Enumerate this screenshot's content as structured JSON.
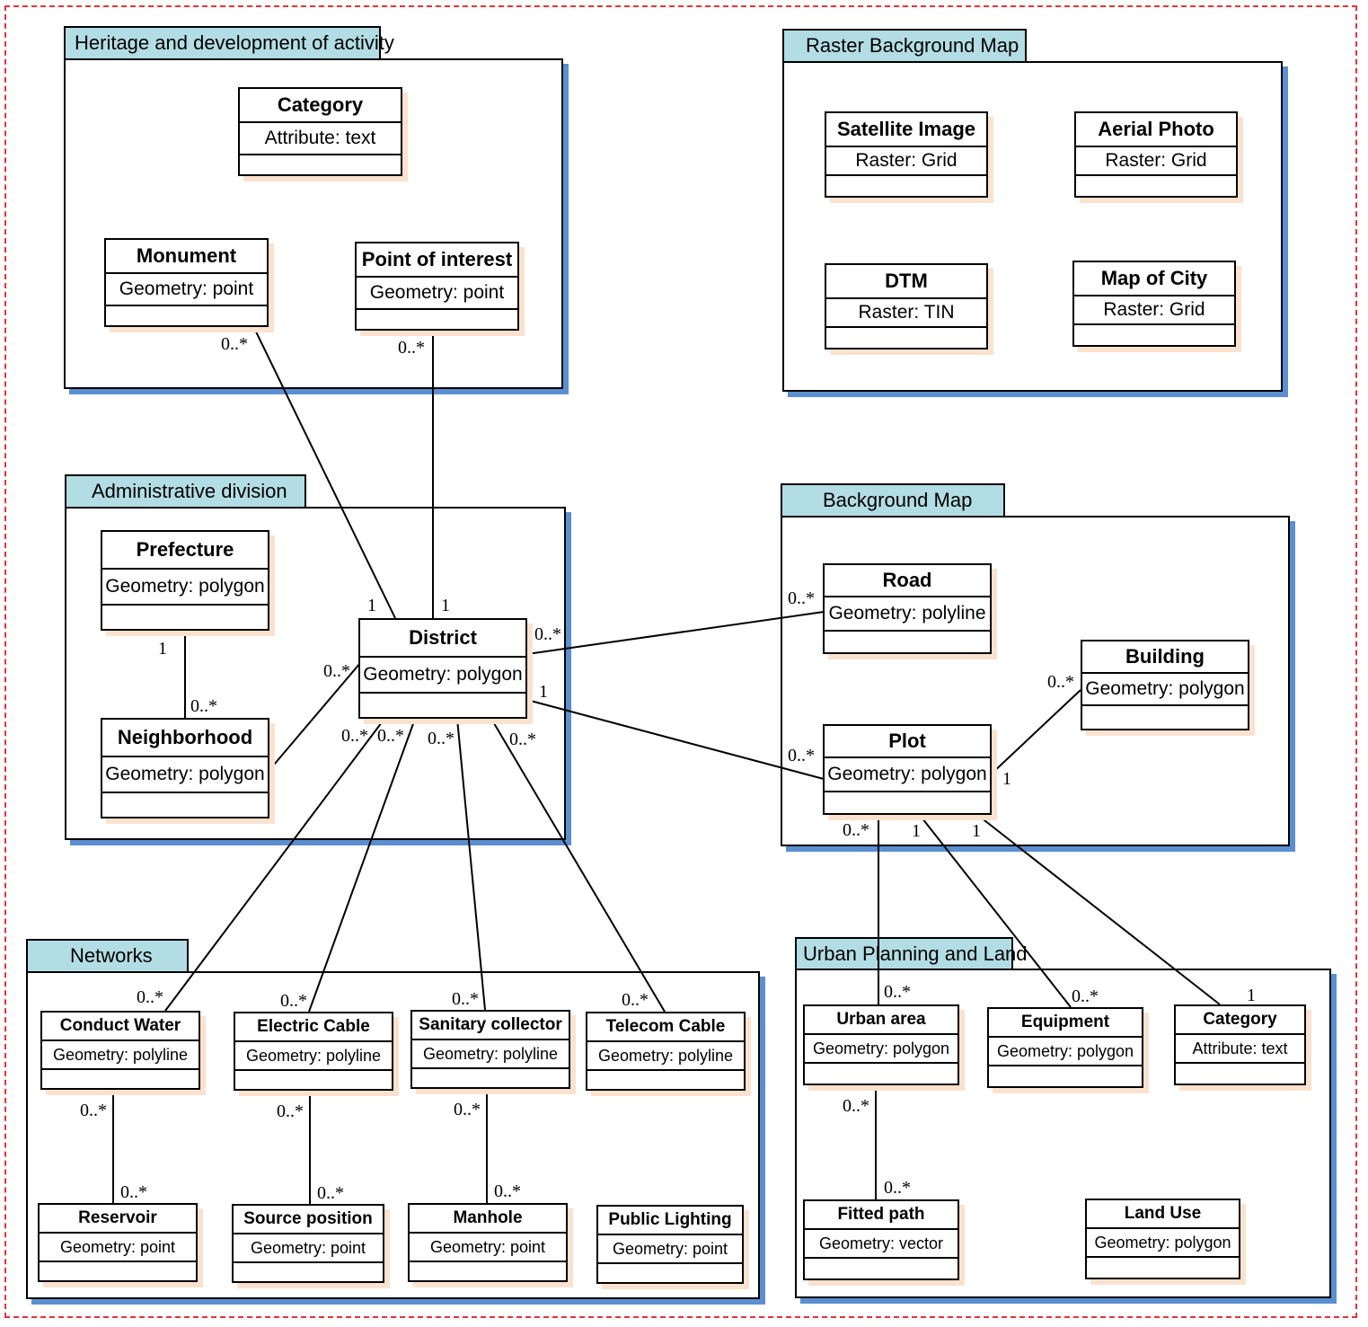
{
  "packages": {
    "heritage": "Heritage and development of activity",
    "raster": "Raster Background Map",
    "admin": "Administrative division",
    "background": "Background Map",
    "networks": "Networks",
    "urban": "Urban Planning and Land"
  },
  "classes": {
    "category_heritage": {
      "name": "Category",
      "attr": "Attribute: text"
    },
    "monument": {
      "name": "Monument",
      "attr": "Geometry: point"
    },
    "poi": {
      "name": "Point of interest",
      "attr": "Geometry: point"
    },
    "satellite": {
      "name": "Satellite Image",
      "attr": "Raster: Grid"
    },
    "aerial": {
      "name": "Aerial Photo",
      "attr": "Raster: Grid"
    },
    "dtm": {
      "name": "DTM",
      "attr": "Raster: TIN"
    },
    "mapcity": {
      "name": "Map of City",
      "attr": "Raster: Grid"
    },
    "prefecture": {
      "name": "Prefecture",
      "attr": "Geometry: polygon"
    },
    "neighborhood": {
      "name": "Neighborhood",
      "attr": "Geometry: polygon"
    },
    "district": {
      "name": "District",
      "attr": "Geometry: polygon"
    },
    "road": {
      "name": "Road",
      "attr": "Geometry: polyline"
    },
    "building": {
      "name": "Building",
      "attr": "Geometry: polygon"
    },
    "plot": {
      "name": "Plot",
      "attr": "Geometry: polygon"
    },
    "conduct_water": {
      "name": "Conduct Water",
      "attr": "Geometry: polyline"
    },
    "electric_cable": {
      "name": "Electric Cable",
      "attr": "Geometry: polyline"
    },
    "sanitary": {
      "name": "Sanitary collector",
      "attr": "Geometry: polyline"
    },
    "telecom": {
      "name": "Telecom Cable",
      "attr": "Geometry: polyline"
    },
    "reservoir": {
      "name": "Reservoir",
      "attr": "Geometry: point"
    },
    "source_position": {
      "name": "Source position",
      "attr": "Geometry: point"
    },
    "manhole": {
      "name": "Manhole",
      "attr": "Geometry: point"
    },
    "public_lighting": {
      "name": "Public Lighting",
      "attr": "Geometry: point"
    },
    "urban_area": {
      "name": "Urban area",
      "attr": "Geometry: polygon"
    },
    "equipment": {
      "name": "Equipment",
      "attr": "Geometry: polygon"
    },
    "category_urban": {
      "name": "Category",
      "attr": "Attribute: text"
    },
    "fitted_path": {
      "name": "Fitted path",
      "attr": "Geometry: vector"
    },
    "land_use": {
      "name": "Land Use",
      "attr": "Geometry: polygon"
    }
  },
  "multiplicities": {
    "monument_district_a": "0..*",
    "monument_district_b": "1",
    "poi_district_a": "0..*",
    "poi_district_b": "1",
    "prefecture_neighborhood_a": "1",
    "prefecture_neighborhood_b": "0..*",
    "neighborhood_district": "0..*",
    "district_road_a": "0..*",
    "district_road_b": "0..*",
    "district_plot_a": "1",
    "district_plot_b": "0..*",
    "plot_building_a": "1",
    "plot_building_b": "0..*",
    "district_conduct_a": "0..*",
    "district_conduct_b": "0..*",
    "district_electric_a": "0..*",
    "district_electric_b": "0..*",
    "district_sanitary_a": "0..*",
    "district_sanitary_b": "0..*",
    "district_telecom_a": "0..*",
    "district_telecom_b": "0..*",
    "conduct_reservoir_a": "0..*",
    "conduct_reservoir_b": "0..*",
    "electric_source_a": "0..*",
    "electric_source_b": "0..*",
    "sanitary_manhole_a": "0..*",
    "sanitary_manhole_b": "0..*",
    "plot_urban_a": "0..*",
    "plot_urban_b": "0..*",
    "plot_equipment_a": "1",
    "plot_equipment_b": "0..*",
    "plot_category_a": "1",
    "plot_category_b": "1",
    "urban_fitted_a": "0..*",
    "urban_fitted_b": "0..*"
  }
}
